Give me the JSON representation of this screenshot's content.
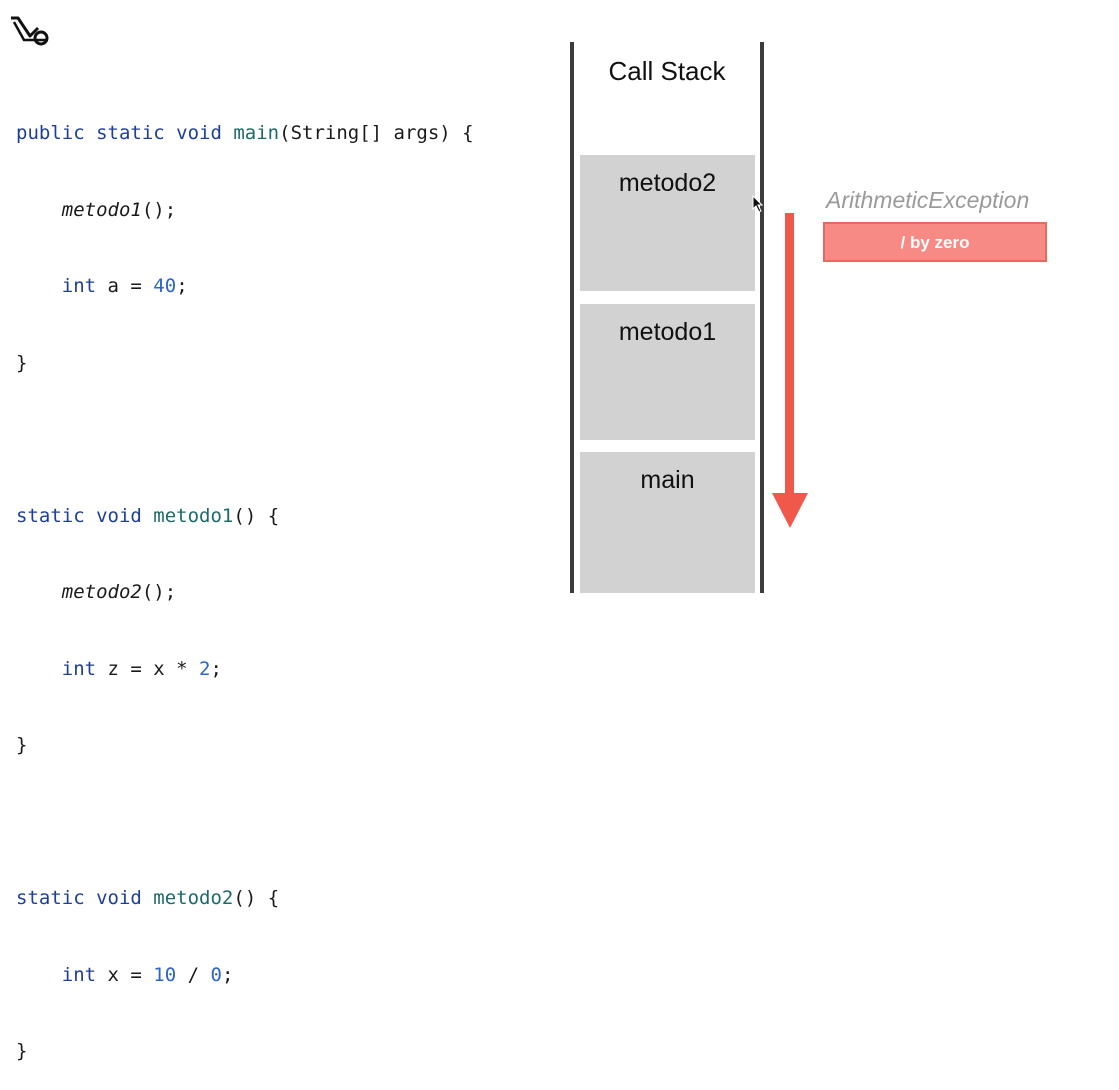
{
  "code": {
    "line1": {
      "kw": "public static void",
      "fn": "main",
      "rest": "(String[] args) {"
    },
    "line2": {
      "call": "metodo1",
      "rest": "();"
    },
    "line3": {
      "kw": "int",
      "mid": " a = ",
      "num": "40",
      "end": ";"
    },
    "line4": "}",
    "line6": {
      "kw": "static void",
      "fn": "metodo1",
      "rest": "() {"
    },
    "line7": {
      "call": "metodo2",
      "rest": "();"
    },
    "line8": {
      "kw": "int",
      "mid": " z = x * ",
      "num": "2",
      "end": ";"
    },
    "line9": "}",
    "line11": {
      "kw": "static void",
      "fn": "metodo2",
      "rest": "() {"
    },
    "line12": {
      "kw": "int",
      "mid": " x = ",
      "num1": "10",
      "op": " / ",
      "num2": "0",
      "end": ";"
    },
    "line13": "}"
  },
  "stack": {
    "title": "Call Stack",
    "frames": [
      "metodo2",
      "metodo1",
      "main"
    ]
  },
  "exception": {
    "type": "ArithmeticException",
    "message": "/ by zero"
  },
  "colors": {
    "keyword": "#1f3f97",
    "function": "#1d6a6a",
    "number": "#2a66c7",
    "frame": "#d2d2d2",
    "arrow": "#f0584c",
    "exception_box": "#f78a84"
  },
  "icons": {
    "logo": "logo-icon",
    "cursor": "mouse-cursor-icon",
    "arrow": "down-arrow-icon"
  }
}
